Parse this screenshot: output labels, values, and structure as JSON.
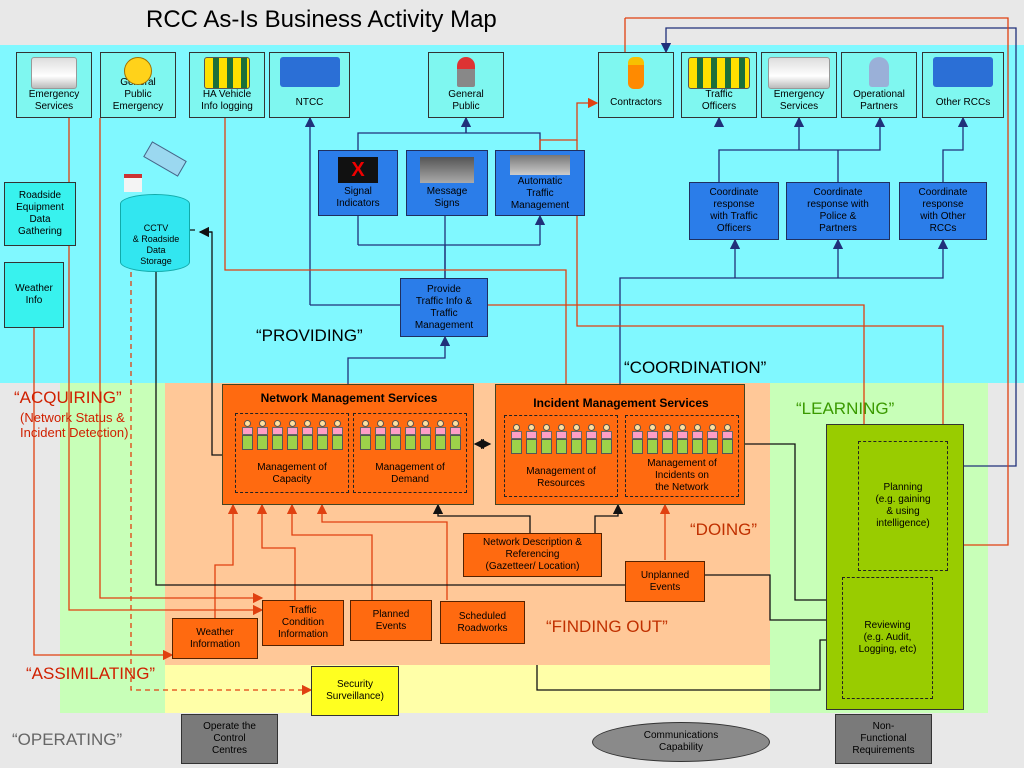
{
  "title": "RCC As-Is Business Activity Map",
  "phases": {
    "providing": "“PROVIDING”",
    "coordination": "“COORDINATION”",
    "acquiring": "“ACQUIRING”",
    "acquiring_sub": "(Network Status &\nIncident Detection)",
    "learning": "“LEARNING”",
    "doing": "“DOING”",
    "finding_out": "“FINDING  OUT”",
    "assimilating": "“ASSIMILATING”",
    "operating": "“OPERATING”"
  },
  "top_cards": {
    "emergency_services_left": "Emergency\nServices",
    "general_public_emergency": "General\nPublic\nEmergency",
    "ha_vehicle": "HA Vehicle\nInfo logging",
    "ntcc": "NTCC",
    "general_public": "General\nPublic",
    "contractors": "Contractors",
    "traffic_officers": "Traffic\nOfficers",
    "emergency_services_right": "Emergency\nServices",
    "operational_partners": "Operational\nPartners",
    "other_rccs": "Other RCCs"
  },
  "left_inputs": {
    "roadside": "Roadside\nEquipment\nData\nGathering",
    "weather": "Weather\nInfo",
    "cctv": "CCTV\n& Roadside\nData\nStorage"
  },
  "output_devices": {
    "signal": "Signal\nIndicators",
    "signal_glyph": "X",
    "message": "Message\nSigns",
    "atm": "Automatic\nTraffic\nManagement"
  },
  "provide_info": "Provide\nTraffic Info &\nTraffic\nManagement",
  "coordinate": {
    "traffic_officers": "Coordinate\nresponse\nwith Traffic\nOfficers",
    "police": "Coordinate\nresponse with\nPolice &\nPartners",
    "other_rccs": "Coordinate\nresponse\nwith Other\nRCCs"
  },
  "network_mgmt": {
    "title": "Network Management Services",
    "capacity": "Management of\nCapacity",
    "demand": "Management of\nDemand"
  },
  "incident_mgmt": {
    "title": "Incident Management Services",
    "resources": "Management of\nResources",
    "incidents": "Management of\nIncidents on\nthe Network"
  },
  "finding_out_boxes": {
    "network_description": "Network Description &\nReferencing\n(Gazetteer/ Location)",
    "unplanned": "Unplanned\nEvents",
    "traffic_condition": "Traffic\nCondition\nInformation",
    "planned": "Planned\nEvents",
    "scheduled": "Scheduled\nRoadworks",
    "weather_info": "Weather\nInformation"
  },
  "security": "Security\nSurveillance)",
  "learning": {
    "planning": "Planning\n(e.g. gaining\n& using\nintelligence)",
    "reviewing": "Reviewing\n(e.g. Audit,\nLogging, etc)"
  },
  "operating": {
    "control_centres": "Operate the\nControl\nCentres",
    "comms": "Communications\nCapability",
    "nfr": "Non-\nFunctional\nRequirements"
  },
  "colors": {
    "cyan_zone": "#7ff7ff",
    "green_zone": "#c8ffb8",
    "orange_zone": "#ffc898",
    "yellow_zone": "#ffffa8",
    "learning_green": "#99cc00",
    "blue": "#2b7de9",
    "orange": "#ff6a10",
    "line_red": "#e04010",
    "line_navy": "#20307a"
  }
}
